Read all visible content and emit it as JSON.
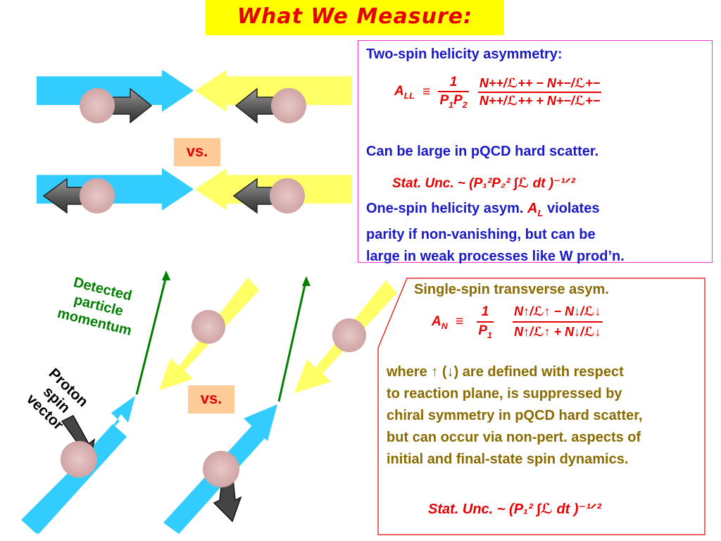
{
  "title": "What We Measure:",
  "vs_label": "vs.",
  "helicity": {
    "heading": "Two-spin helicity asymmetry:",
    "formula": {
      "lhs_A": "A",
      "lhs_sub": "LL",
      "equiv": "≡",
      "frac1_num": "1",
      "frac1_den_P": "P",
      "frac1_den_sub1": "1",
      "frac1_den_P2": "P",
      "frac1_den_sub2": "2",
      "frac2_num": "N++/ℒ++ − N+−/ℒ+−",
      "frac2_den": "N++/ℒ++ + N+−/ℒ+−"
    },
    "pqcd_line": "Can be large in pQCD hard scatter.",
    "stat_unc": "Stat. Unc. ~ (P₁²P₂² ∫ℒ dt )⁻¹ᐟ²",
    "one_spin_1": "One-spin helicity asym.",
    "one_spin_AL": "A",
    "one_spin_AL_sub": "L",
    "one_spin_2": "violates",
    "one_spin_line2": "parity if non-vanishing, but can be",
    "one_spin_line3": "large in weak processes like W prod’n."
  },
  "transverse": {
    "heading": "Single-spin transverse asym.",
    "formula": {
      "lhs_A": "A",
      "lhs_sub": "N",
      "equiv": "≡",
      "frac1_num": "1",
      "frac1_den_P": "P",
      "frac1_den_sub": "1",
      "frac2_num": "N↑/ℒ↑ − N↓/ℒ↓",
      "frac2_den": "N↑/ℒ↑ + N↓/ℒ↓"
    },
    "body_lines": [
      "where ↑ (↓) are defined with respect",
      "to reaction plane, is suppressed by",
      "chiral symmetry in pQCD hard scatter,",
      "but can occur via non-pert. aspects of",
      "initial and final-state spin dynamics."
    ],
    "stat_unc": "Stat. Unc. ~ (P₁² ∫ℒ dt )⁻¹ᐟ²"
  },
  "labels": {
    "detected_line1": "Detected",
    "detected_line2": "particle",
    "detected_line3": "momentum",
    "proton_line1": "Proton",
    "proton_line2": "spin",
    "proton_line3": "vector"
  },
  "colors": {
    "title_bg": "#ffff00",
    "title_text": "#e60000",
    "vs_bg": "#ffcc99",
    "beam_blue": "#33ccff",
    "beam_yellow": "#ffff66",
    "proton": "#dbb5b5",
    "spin_arrow": "#555555",
    "momentum_green": "#008000",
    "panel1_border": "#ff33cc",
    "panel2_border": "#e60000",
    "text_blue": "#1a1ac8",
    "text_red": "#e60000",
    "text_gold": "#8b6b00"
  }
}
